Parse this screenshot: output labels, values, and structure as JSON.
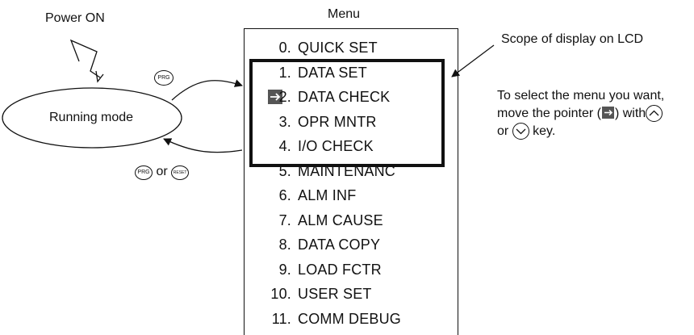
{
  "power_on_label": "Power ON",
  "menu_title": "Menu",
  "running_mode_label": "Running mode",
  "prg_key_label": "PRG",
  "reset_key_label": "RESET",
  "or_label": "or",
  "scope_label": "Scope of display on LCD",
  "menu_items": [
    {
      "num": "0.",
      "label": "QUICK SET"
    },
    {
      "num": "1.",
      "label": "DATA SET"
    },
    {
      "num": "2.",
      "label": "DATA CHECK"
    },
    {
      "num": "3.",
      "label": "OPR MNTR"
    },
    {
      "num": "4.",
      "label": "I/O CHECK"
    },
    {
      "num": "5.",
      "label": "MAINTENANC"
    },
    {
      "num": "6.",
      "label": "ALM INF"
    },
    {
      "num": "7.",
      "label": "ALM CAUSE"
    },
    {
      "num": "8.",
      "label": "DATA COPY"
    },
    {
      "num": "9.",
      "label": "LOAD FCTR"
    },
    {
      "num": "10.",
      "label": "USER SET"
    },
    {
      "num": "11.",
      "label": "COMM DEBUG"
    }
  ],
  "help": {
    "line1": "To select the menu you want,",
    "line2_a": "move the pointer (",
    "line2_b": ") with",
    "line3_a": "or",
    "line3_b": "key."
  },
  "colors": {
    "ink": "#111111",
    "pointer": "#555555"
  },
  "icons": {
    "pointer": "right-arrow-pointer-icon",
    "up_key": "up-key-icon",
    "down_key": "down-key-icon"
  }
}
